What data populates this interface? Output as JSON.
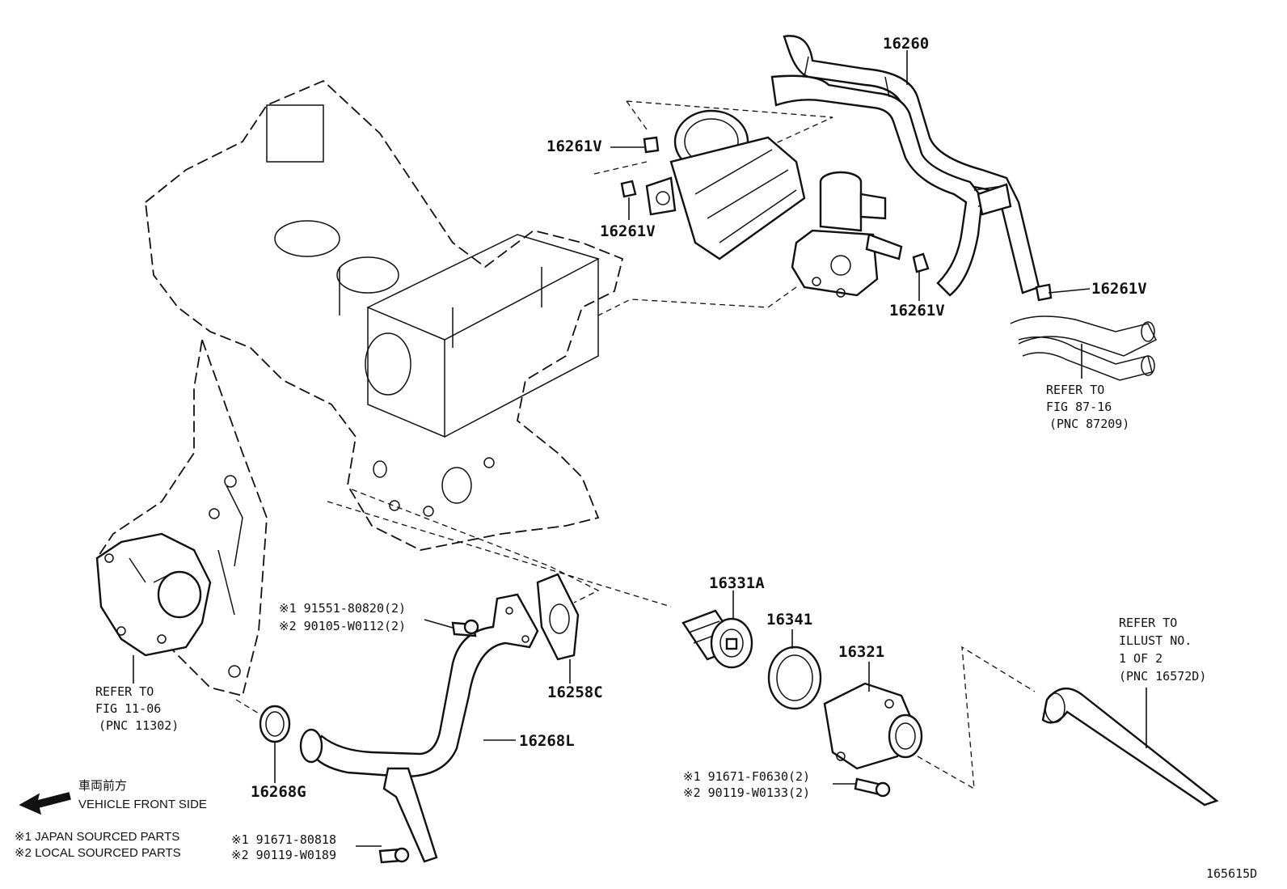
{
  "labels": {
    "p16260": "16260",
    "p16261v_a": "16261V",
    "p16261v_b": "16261V",
    "p16261v_c": "16261V",
    "p16261v_d": "16261V",
    "p16331a": "16331A",
    "p16341": "16341",
    "p16321": "16321",
    "p16258c": "16258C",
    "p16268l": "16268L",
    "p16268g": "16268G"
  },
  "refs": {
    "fig87": [
      "REFER TO",
      "FIG 87-16",
      "(PNC 87209)"
    ],
    "fig11": [
      "REFER TO",
      "FIG 11-06",
      "(PNC 11302)"
    ],
    "illust": [
      "REFER TO",
      "ILLUST NO.",
      "1 OF 2",
      "(PNC 16572D)"
    ]
  },
  "bolts": {
    "b1": [
      "※1 91551-80820(2)",
      "※2 90105-W0112(2)"
    ],
    "b2": [
      "※1 91671-F0630(2)",
      "※2 90119-W0133(2)"
    ],
    "b3": [
      "※1 91671-80818",
      "※2 90119-W0189"
    ]
  },
  "legend": {
    "front_jp": "車両前方",
    "front_en": "VEHICLE FRONT SIDE",
    "japan": "※1 JAPAN SOURCED PARTS",
    "local": "※2 LOCAL SOURCED PARTS"
  },
  "figure_number": "165615D"
}
